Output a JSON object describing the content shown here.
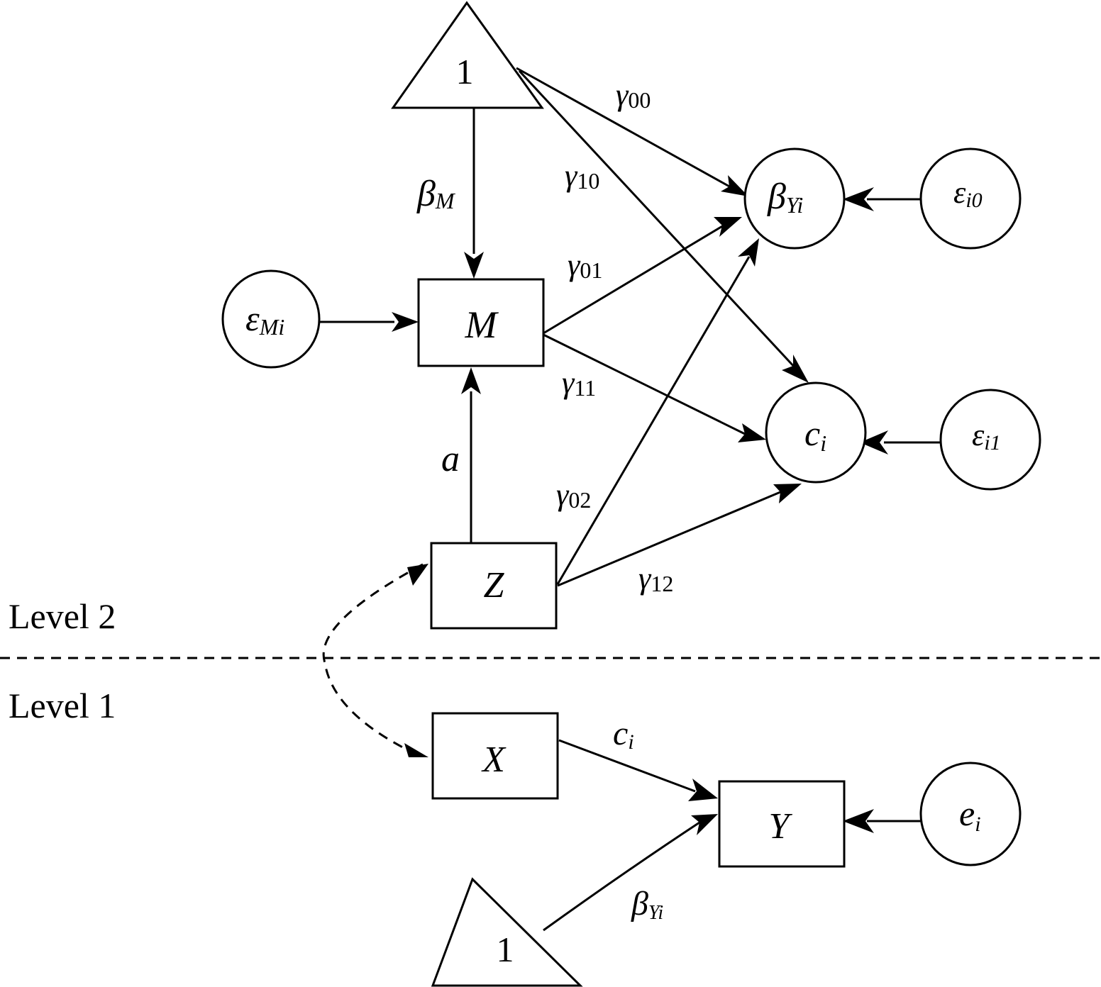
{
  "levels": {
    "upper": "Level 2",
    "lower": "Level 1"
  },
  "nodes": {
    "const_top": {
      "base": "1",
      "sub": ""
    },
    "const_bottom": {
      "base": "1",
      "sub": ""
    },
    "M": {
      "base": "M",
      "sub": ""
    },
    "Z": {
      "base": "Z",
      "sub": ""
    },
    "X": {
      "base": "X",
      "sub": ""
    },
    "Y": {
      "base": "Y",
      "sub": ""
    },
    "eps_M": {
      "base": "ε",
      "sub": "Mi"
    },
    "beta_Y": {
      "base": "β",
      "sub": "Yi"
    },
    "c": {
      "base": "c",
      "sub": "i"
    },
    "eps_i0": {
      "base": "ε",
      "sub": "i0"
    },
    "eps_i1": {
      "base": "ε",
      "sub": "i1"
    },
    "e": {
      "base": "e",
      "sub": "i"
    }
  },
  "paths": {
    "beta_M": {
      "base": "β",
      "sub": "M"
    },
    "gamma00": {
      "base": "γ",
      "sub": "00"
    },
    "gamma10": {
      "base": "γ",
      "sub": "10"
    },
    "gamma01": {
      "base": "γ",
      "sub": "01"
    },
    "gamma11": {
      "base": "γ",
      "sub": "11"
    },
    "gamma02": {
      "base": "γ",
      "sub": "02"
    },
    "gamma12": {
      "base": "γ",
      "sub": "12"
    },
    "a": {
      "base": "a",
      "sub": ""
    },
    "c_i": {
      "base": "c",
      "sub": "i"
    },
    "beta_Yi": {
      "base": "β",
      "sub": "Yi"
    }
  }
}
